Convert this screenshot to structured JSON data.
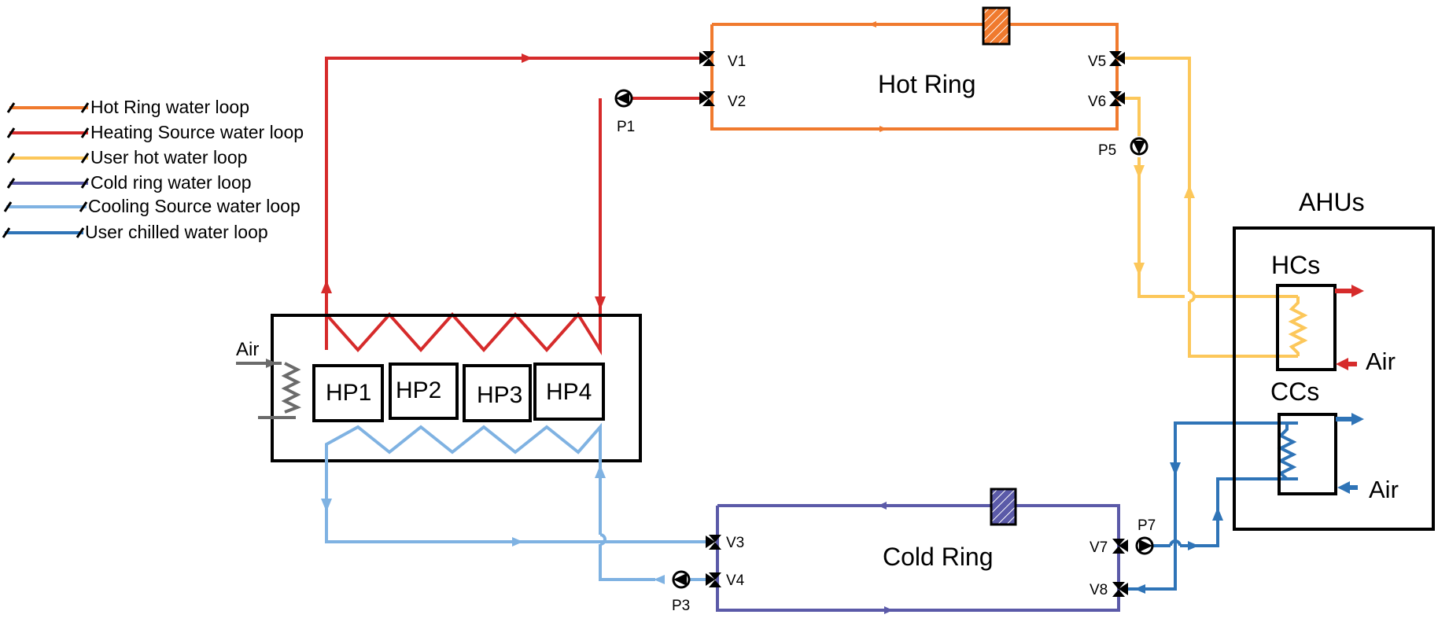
{
  "colors": {
    "hot_ring": "#f07a2e",
    "heating_source": "#d62b2b",
    "user_hot": "#fcc75a",
    "cold_ring": "#5b5aa8",
    "cooling_source": "#7fb2e2",
    "user_chilled": "#2f74b7",
    "outline": "#000000",
    "grey_coil": "#6b6b6b"
  },
  "legend": [
    {
      "label": "Hot Ring water loop",
      "color_key": "hot_ring"
    },
    {
      "label": "Heating Source water  loop",
      "color_key": "heating_source"
    },
    {
      "label": "User hot water loop",
      "color_key": "user_hot"
    },
    {
      "label": "Cold ring water loop",
      "color_key": "cold_ring"
    },
    {
      "label": "Cooling Source water loop",
      "color_key": "cooling_source"
    },
    {
      "label": "User chilled water loop",
      "color_key": "user_chilled"
    }
  ],
  "rings": {
    "hot": "Hot Ring",
    "cold": "Cold Ring"
  },
  "heat_pumps": [
    "HP1",
    "HP2",
    "HP3",
    "HP4"
  ],
  "air_labels": {
    "hp_unit": "Air",
    "hcs": "Air",
    "ccs": "Air"
  },
  "ahu": {
    "title": "AHUs",
    "heating_coils": "HCs",
    "cooling_coils": "CCs"
  },
  "valves": {
    "v1": "V1",
    "v2": "V2",
    "v3": "V3",
    "v4": "V4",
    "v5": "V5",
    "v6": "V6",
    "v7": "V7",
    "v8": "V8"
  },
  "pumps": {
    "p1": "P1",
    "p3": "P3",
    "p5": "P5",
    "p7": "P7"
  },
  "icons": {
    "valve": "three-way-valve-icon",
    "pump": "pump-icon",
    "tank": "storage-tank-icon"
  }
}
